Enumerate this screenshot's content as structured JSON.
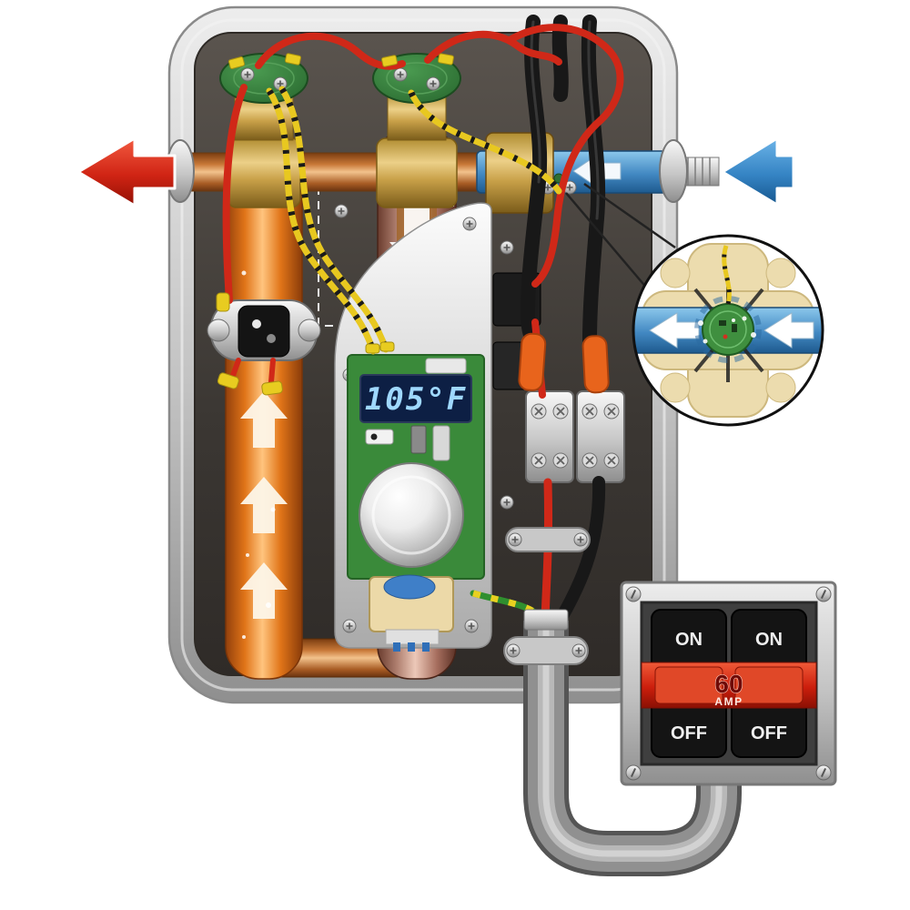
{
  "meta": {
    "title": "Electric tankless water heater — internal cutaway diagram"
  },
  "display": {
    "reading": "105°F"
  },
  "breaker": {
    "switches": [
      {
        "on": "ON",
        "off": "OFF"
      },
      {
        "on": "ON",
        "off": "OFF"
      }
    ],
    "rating_value": "60",
    "rating_unit": "AMP"
  },
  "icons": {
    "hot-water-out-arrow": "red arrow pointing left",
    "cold-water-in-arrow": "blue arrow pointing left",
    "flow-direction-arrows": "white chevron arrows pointing left on inlet pipe",
    "heat-rise-arrows": "white arrows pointing up inside heating tube",
    "flow-down-arrow": "white arrow pointing down inside heat exchanger",
    "magnifier-inset": "circular zoom detail of flow sensor"
  },
  "colors": {
    "hot_arrow": "#d8301c",
    "cold_arrow": "#2f80c4",
    "heating_tube_orange": "#e87c20",
    "copper": "#c07a40",
    "pcb_green": "#3a8a3a",
    "lcd_text": "#9fd8ff",
    "lcd_bg": "#0d1f44",
    "breaker_band_red": "#c81e10",
    "wire_red": "#d02818",
    "wire_yellow": "#e8c820",
    "ground_green": "#2f8f2f",
    "enclosure_gray": "#b9b9b9",
    "interior_dark": "#413c37",
    "conduit_gray": "#8e8e8e"
  }
}
